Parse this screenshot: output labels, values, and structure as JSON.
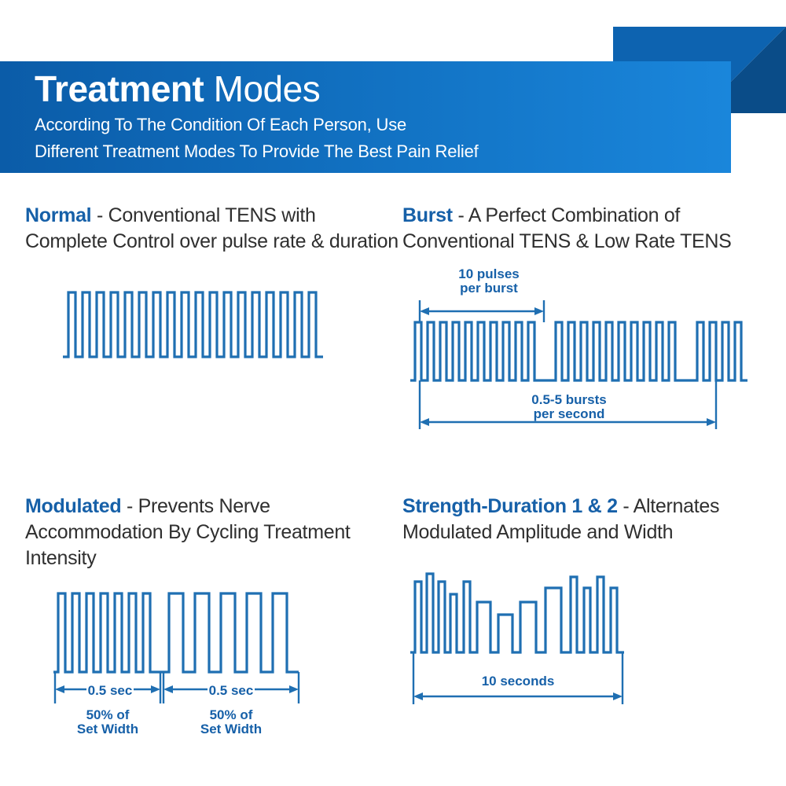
{
  "header": {
    "title_bold": "Treatment",
    "title_light": "Modes",
    "subtitle_line1": "According To The Condition Of Each Person, Use",
    "subtitle_line2": "Different Treatment Modes To Provide The Best Pain Relief",
    "accent_color": "#1273c4",
    "accent_dark": "#0b5ca8"
  },
  "modes": {
    "normal": {
      "name": "Normal",
      "desc": " - Conventional TENS with Complete Control over pulse rate & duration",
      "waveform": "square-pulse-train-uniform"
    },
    "burst": {
      "name": "Burst",
      "desc": " - A Perfect Combination of Conventional TENS & Low Rate TENS",
      "waveform": "burst-pulse-train",
      "annotation_top_line1": "10 pulses",
      "annotation_top_line2": "per burst",
      "annotation_bottom_line1": "0.5-5 bursts",
      "annotation_bottom_line2": "per second"
    },
    "modulated": {
      "name": "Modulated",
      "desc": " - Prevents Nerve Accommodation By Cycling Treatment Intensity",
      "waveform": "modulated-width-pulse-train",
      "annotation_left_top": "0.5 sec",
      "annotation_right_top": "0.5 sec",
      "annotation_left_line1": "50% of",
      "annotation_left_line2": "Set Width",
      "annotation_right_line1": "50% of",
      "annotation_right_line2": "Set Width"
    },
    "strength_duration": {
      "name": "Strength-Duration 1 & 2",
      "desc": " - Alternates Modulated Amplitude and Width",
      "waveform": "varying-amplitude-width-pulse-train",
      "annotation_bottom": "10 seconds"
    }
  },
  "colors": {
    "wave_stroke": "#1f6fb2",
    "label_blue": "#1660a8",
    "text": "#2f2f2f"
  }
}
